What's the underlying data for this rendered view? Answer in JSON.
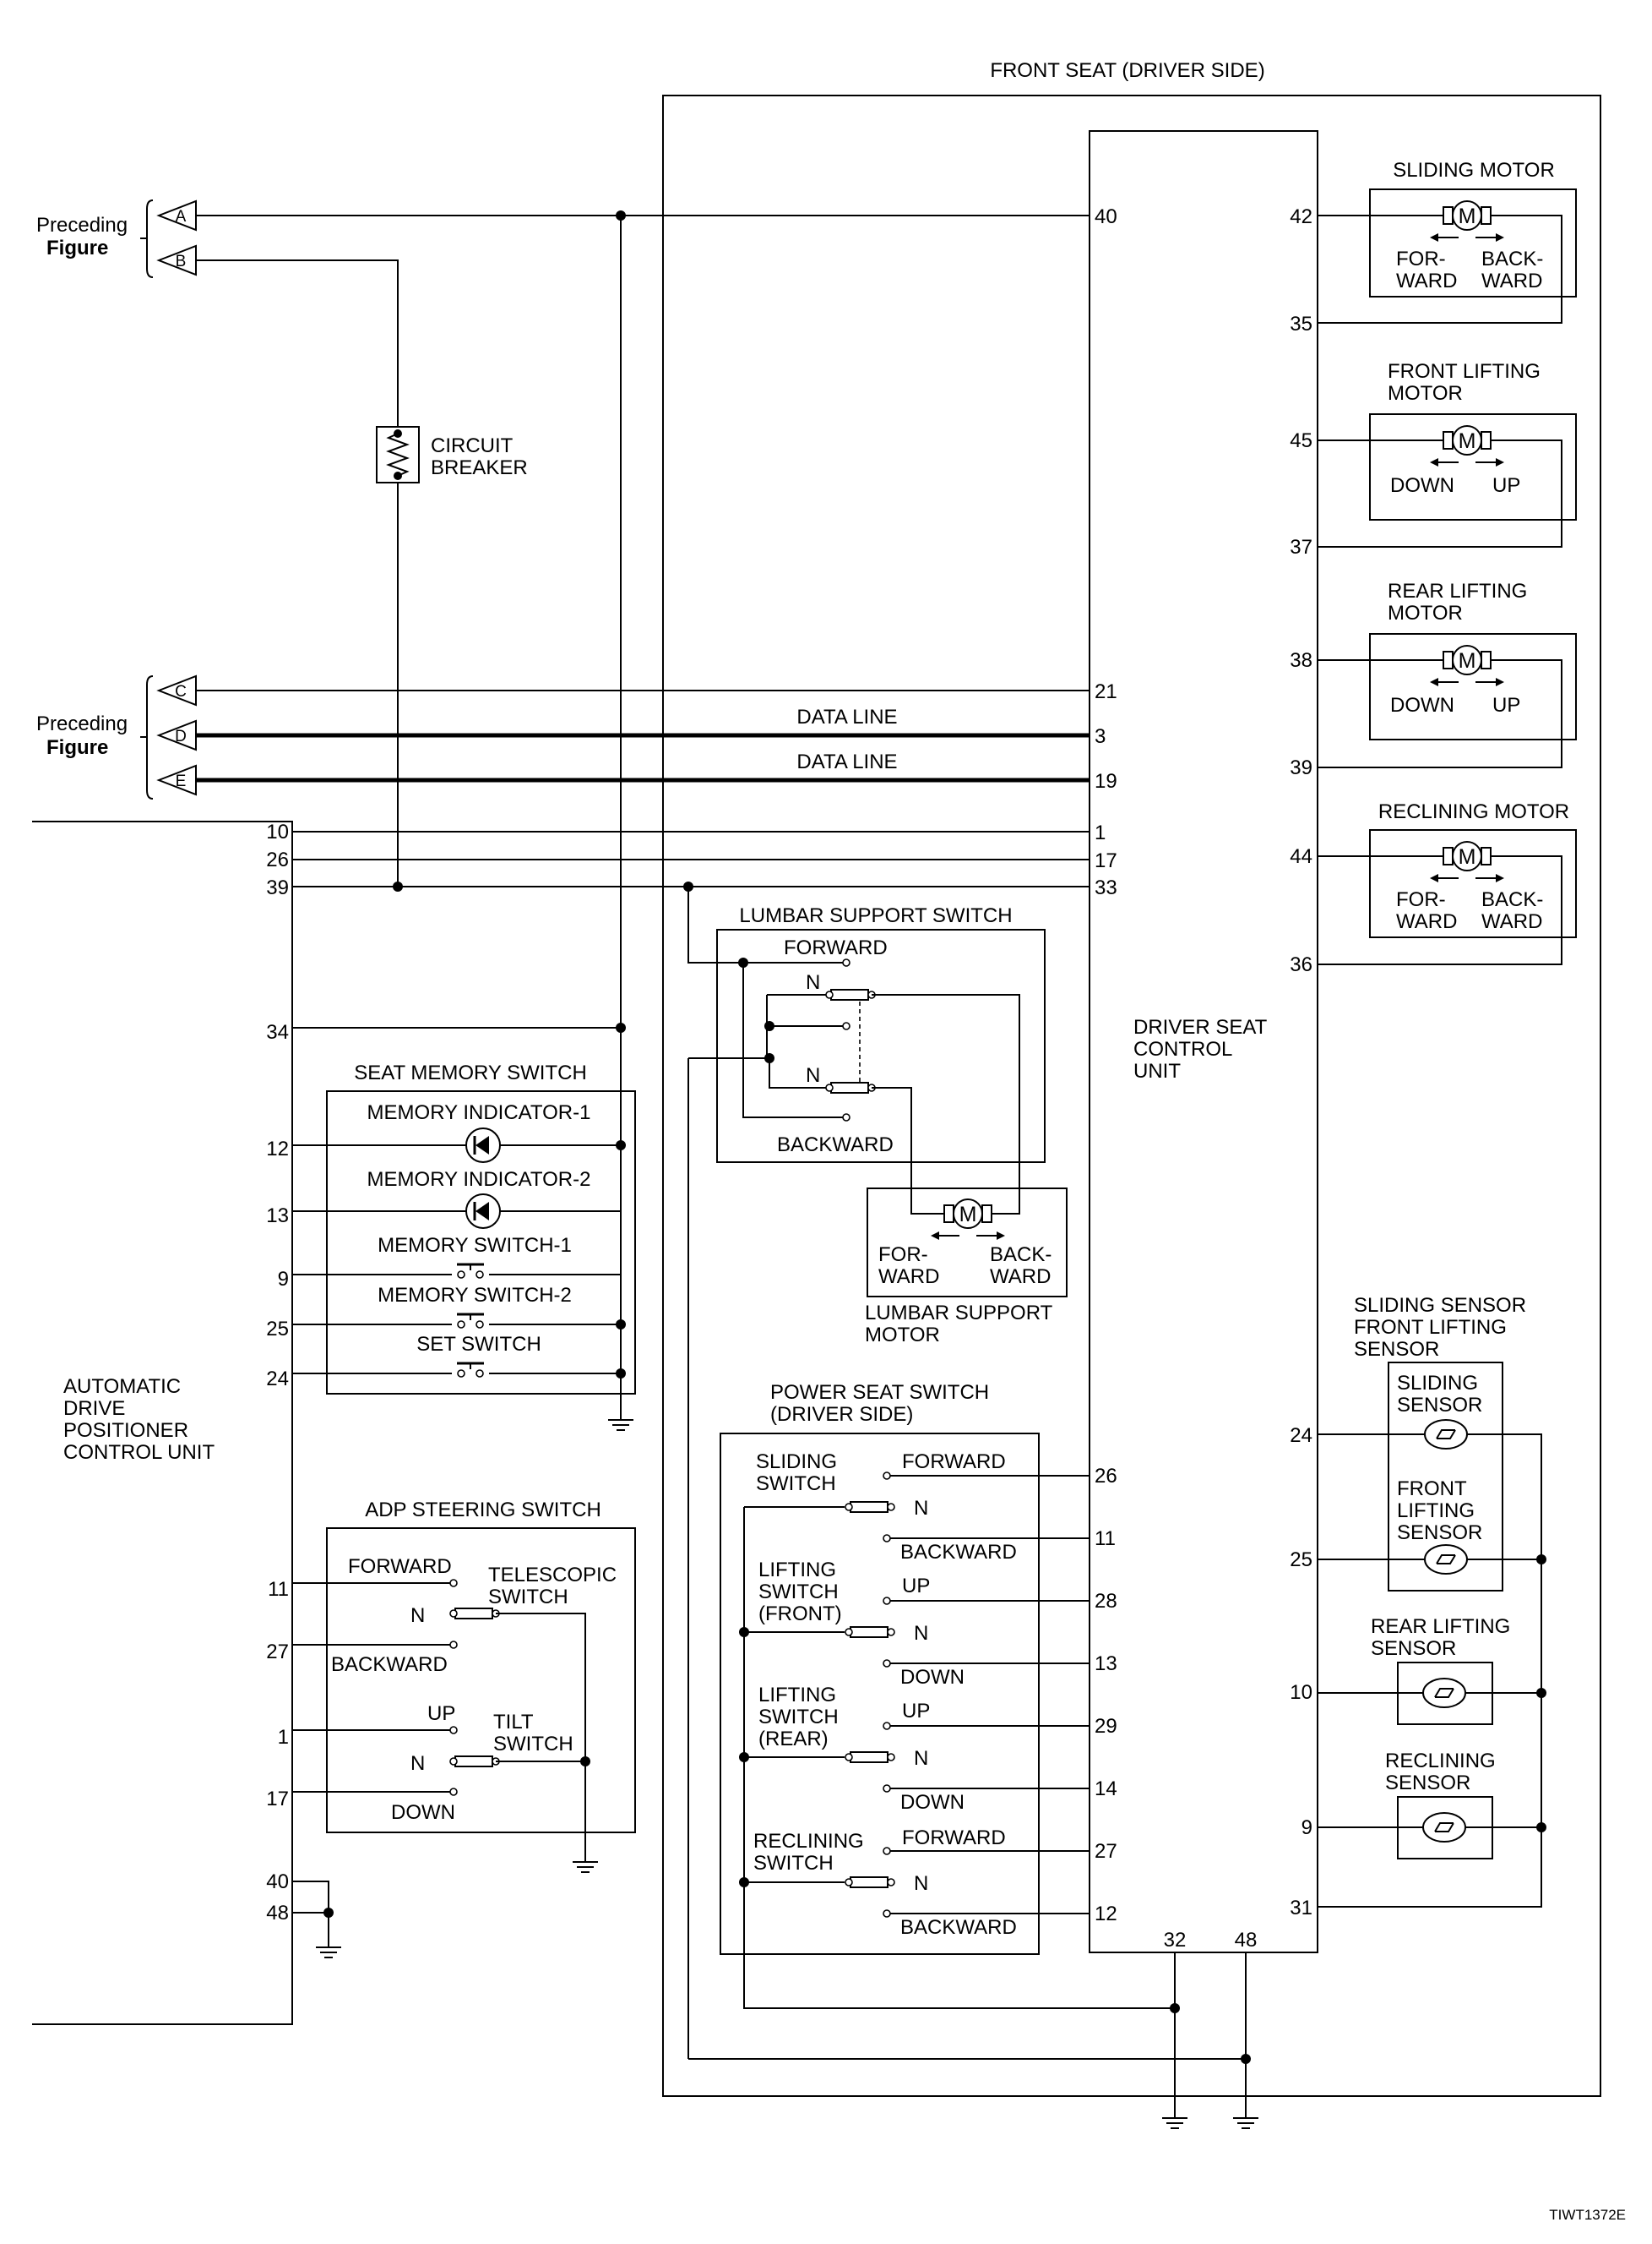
{
  "title": "FRONT SEAT (DRIVER SIDE)",
  "figure_id": "TIWT1372E",
  "preceding_figure": [
    "Preceding",
    "Figure"
  ],
  "connectors": [
    "A",
    "B",
    "C",
    "D",
    "E"
  ],
  "data_line": "DATA LINE",
  "circuit_breaker": [
    "CIRCUIT",
    "BREAKER"
  ],
  "adp_unit": [
    "AUTOMATIC",
    "DRIVE",
    "POSITIONER",
    "CONTROL UNIT"
  ],
  "dscu": [
    "DRIVER SEAT",
    "CONTROL",
    "UNIT"
  ],
  "seat_memory": {
    "title": "SEAT MEMORY SWITCH",
    "items": [
      "MEMORY INDICATOR-1",
      "MEMORY INDICATOR-2",
      "MEMORY SWITCH-1",
      "MEMORY SWITCH-2",
      "SET SWITCH"
    ]
  },
  "adp_steering": {
    "title": "ADP STEERING SWITCH",
    "forward": "FORWARD",
    "n": "N",
    "backward": "BACKWARD",
    "telescopic": [
      "TELESCOPIC",
      "SWITCH"
    ],
    "up": "UP",
    "down": "DOWN",
    "tilt": [
      "TILT",
      "SWITCH"
    ]
  },
  "lumbar": {
    "title": "LUMBAR SUPPORT SWITCH",
    "forward": "FORWARD",
    "n": "N",
    "backward": "BACKWARD",
    "motor": [
      "LUMBAR SUPPORT",
      "MOTOR"
    ],
    "dir_left": [
      "FOR-",
      "WARD"
    ],
    "dir_right": [
      "BACK-",
      "WARD"
    ]
  },
  "power_seat": {
    "title": [
      "POWER SEAT SWITCH",
      "(DRIVER SIDE)"
    ],
    "sliding": [
      "SLIDING",
      "SWITCH"
    ],
    "lifting_front": [
      "LIFTING",
      "SWITCH",
      "(FRONT)"
    ],
    "lifting_rear": [
      "LIFTING",
      "SWITCH",
      "(REAR)"
    ],
    "reclining": [
      "RECLINING",
      "SWITCH"
    ],
    "forward": "FORWARD",
    "backward": "BACKWARD",
    "up": "UP",
    "down": "DOWN",
    "n": "N"
  },
  "motors": {
    "sliding": "SLIDING MOTOR",
    "front_lifting": [
      "FRONT LIFTING",
      "MOTOR"
    ],
    "rear_lifting": [
      "REAR LIFTING",
      "MOTOR"
    ],
    "reclining": "RECLINING MOTOR",
    "forward": [
      "FOR-",
      "WARD"
    ],
    "backward": [
      "BACK-",
      "WARD"
    ],
    "down": "DOWN",
    "up": "UP"
  },
  "sensors": {
    "header": [
      "SLIDING SENSOR",
      "FRONT LIFTING",
      "SENSOR"
    ],
    "sliding": [
      "SLIDING",
      "SENSOR"
    ],
    "front_lifting": [
      "FRONT",
      "LIFTING",
      "SENSOR"
    ],
    "rear_lifting": [
      "REAR LIFTING",
      "SENSOR"
    ],
    "reclining": [
      "RECLINING",
      "SENSOR"
    ]
  },
  "pins": {
    "adp": [
      "10",
      "26",
      "39",
      "34",
      "12",
      "13",
      "9",
      "25",
      "24",
      "11",
      "27",
      "1",
      "17",
      "40",
      "48"
    ],
    "dscu_left": [
      "40",
      "21",
      "3",
      "19",
      "1",
      "17",
      "33"
    ],
    "dscu_ps": [
      "26",
      "11",
      "28",
      "13",
      "29",
      "14",
      "27",
      "12"
    ],
    "dscu_right": [
      "42",
      "35",
      "45",
      "37",
      "38",
      "39",
      "44",
      "36",
      "24",
      "25",
      "10",
      "9",
      "31"
    ],
    "dscu_bottom": [
      "32",
      "48"
    ]
  }
}
